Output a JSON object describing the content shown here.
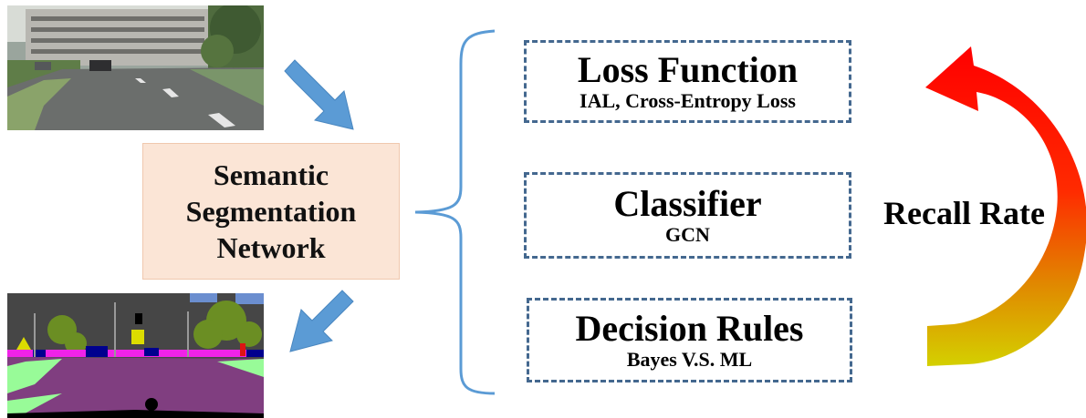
{
  "network": {
    "line1": "Semantic",
    "line2": "Segmentation",
    "line3": "Network"
  },
  "components": [
    {
      "title": "Loss Function",
      "subtitle": "IAL, Cross-Entropy Loss"
    },
    {
      "title": "Classifier",
      "subtitle": "GCN"
    },
    {
      "title": "Decision Rules",
      "subtitle": "Bayes V.S. ML"
    }
  ],
  "recall_label": "Recall Rate",
  "colors": {
    "network_box": "#fbe5d6",
    "dashed_border": "#44688f",
    "arrow_blue": "#5b9bd5",
    "brace": "#5b9bd5",
    "curve_arrow_top": "#ff0000",
    "curve_arrow_bottom": "#d4d000"
  },
  "images": {
    "input_photo": "street-scene-photo",
    "output_segmentation": "segmentation-label-map"
  }
}
